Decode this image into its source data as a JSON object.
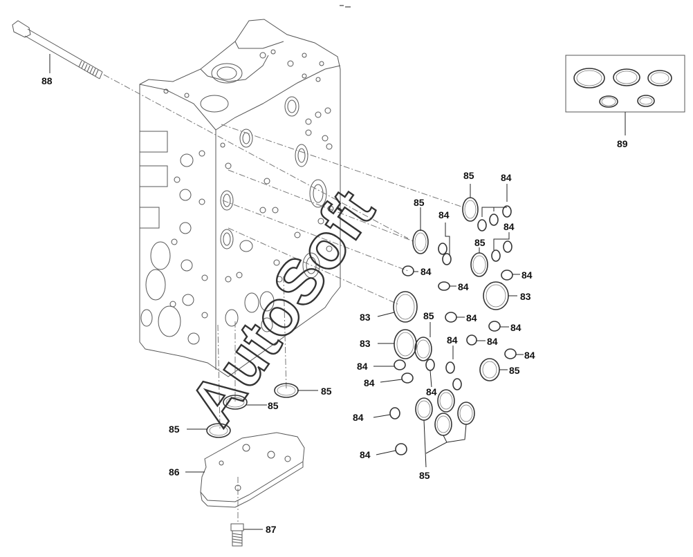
{
  "watermark": "AutoSoft",
  "header_mark": "",
  "labels": {
    "bolt": "88",
    "kit": "89",
    "cover_plate": "86",
    "plug": "87",
    "large_oring": "83",
    "medium_oring": "85",
    "small_oring": "84"
  }
}
